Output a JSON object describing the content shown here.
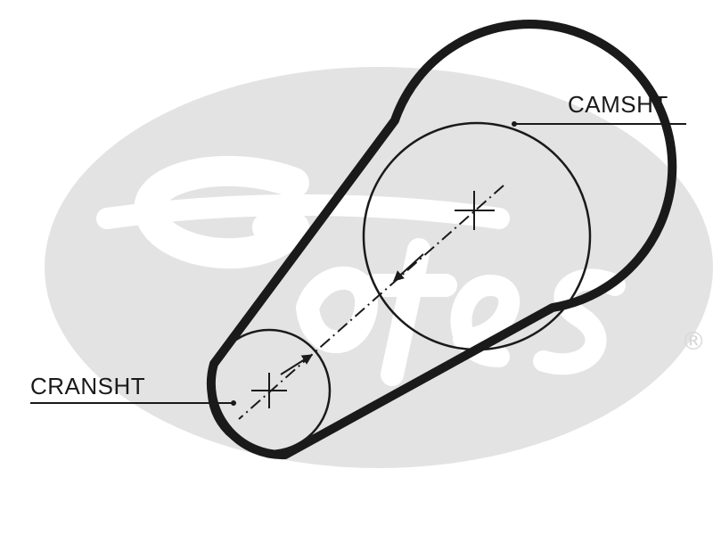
{
  "labels": {
    "camshaft": "CAMSHT",
    "crankshaft": "CRANSHT"
  },
  "watermark": {
    "brand": "Gates",
    "registered_mark": "®"
  },
  "colors": {
    "belt": "#1a1a1a",
    "line": "#1a1a1a",
    "watermark": "#e3e3e3",
    "background": "#ffffff"
  }
}
